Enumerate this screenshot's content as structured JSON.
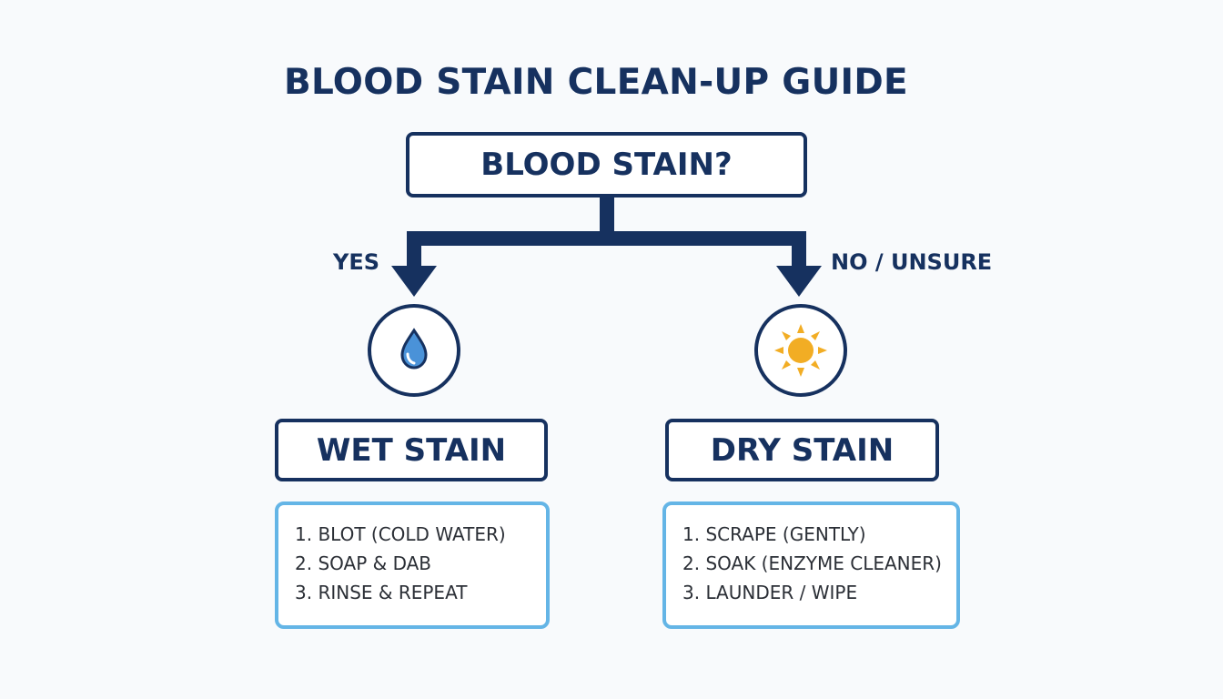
{
  "title": "BLOOD STAIN CLEAN-UP GUIDE",
  "question": "BLOOD STAIN?",
  "branches": {
    "yes": {
      "label": "YES",
      "icon": "water-drop-icon",
      "heading": "WET STAIN",
      "steps": [
        "1. BLOT (COLD WATER)",
        "2. SOAP & DAB",
        "3. RINSE & REPEAT"
      ]
    },
    "no": {
      "label": "NO / UNSURE",
      "icon": "sun-icon",
      "heading": "DRY STAIN",
      "steps": [
        "1. SCRAPE (GENTLY)",
        "2. SOAK (ENZYME CLEANER)",
        "3. LAUNDER / WIPE"
      ]
    }
  },
  "colors": {
    "primary": "#16315f",
    "step_border": "#64b5e6",
    "drop_fill": "#4a92d8",
    "sun_fill": "#f2ad24",
    "background": "#f8fafc"
  }
}
